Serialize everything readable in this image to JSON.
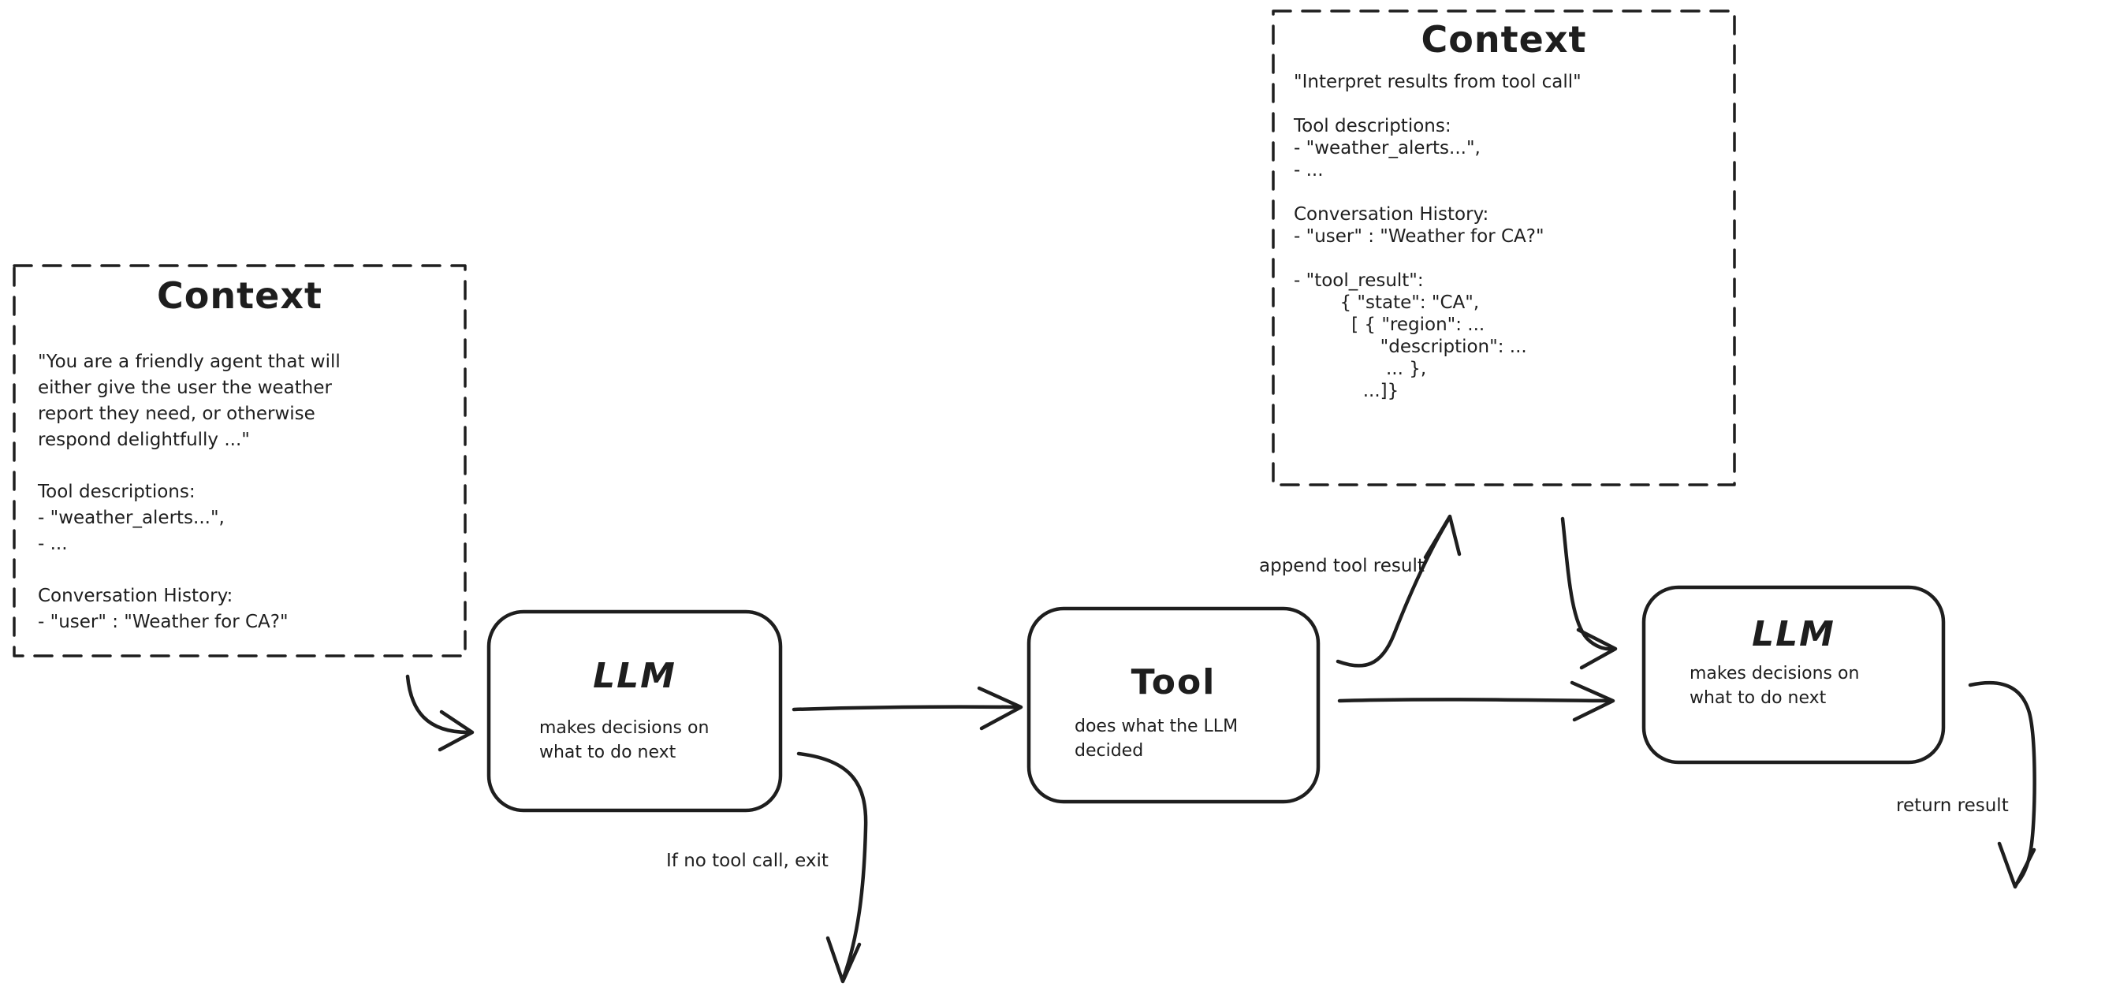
{
  "canvas": {
    "background": "#ffffff",
    "ink": "#1e1e1e"
  },
  "context_left": {
    "title": "Context",
    "lines": [
      "\"You are a friendly agent that will",
      "either give the user the weather",
      "report they need, or otherwise",
      "respond delightfully ...\"",
      "",
      "Tool descriptions:",
      "- \"weather_alerts...\",",
      "- ...",
      "",
      "Conversation History:",
      "- \"user\" : \"Weather for CA?\""
    ]
  },
  "context_top": {
    "title": "Context",
    "lines": [
      "\"Interpret results from tool call\"",
      "",
      "Tool descriptions:",
      "- \"weather_alerts...\",",
      "- ...",
      "",
      "Conversation History:",
      "- \"user\" : \"Weather for CA?\"",
      "",
      "- \"tool_result\":",
      "        { \"state\": \"CA\",",
      "          [ { \"region\": ...",
      "               \"description\": ...",
      "                ... },",
      "            ...]}"
    ]
  },
  "nodes": {
    "llm1": {
      "title": "LLM",
      "subtitle": "makes decisions on\nwhat to do next"
    },
    "tool": {
      "title": "Tool",
      "subtitle": "does what the LLM\ndecided"
    },
    "llm2": {
      "title": "LLM",
      "subtitle": "makes decisions on\nwhat to do next"
    }
  },
  "edge_labels": {
    "append_tool_result": "append tool result",
    "if_no_tool_call_exit": "If no tool call, exit",
    "return_result": "return result"
  }
}
